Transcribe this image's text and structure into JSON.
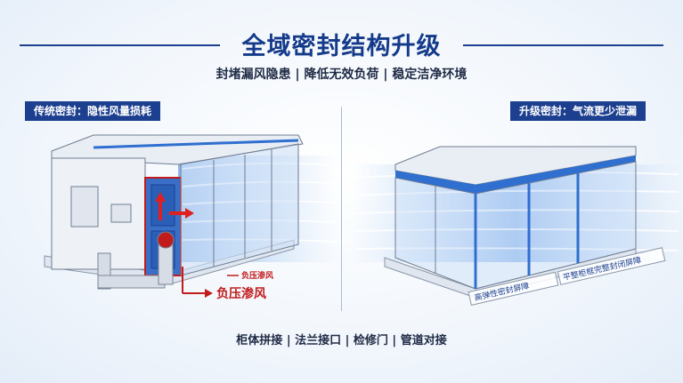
{
  "header": {
    "title": "全域密封结构升级",
    "subtitle": "封堵漏风隐患 | 降低无效负荷 | 稳定洁净环境"
  },
  "left_panel": {
    "tag": "传统密封：隐性风量损耗",
    "annotation_small": "负压渗风",
    "annotation_big": "负压渗风"
  },
  "right_panel": {
    "tag": "升级密封：气流更少泄漏",
    "label_seal": "高弹性密封屏障",
    "label_cabinet": "平整柜框完整封闭屏障"
  },
  "footer": {
    "text": "柜体拼接 | 法兰接口 | 检修门 | 管道对接"
  },
  "colors": {
    "primary": "#1c3f8f",
    "accent_red": "#c21b1b",
    "seal_blue": "#2f6fd0"
  }
}
